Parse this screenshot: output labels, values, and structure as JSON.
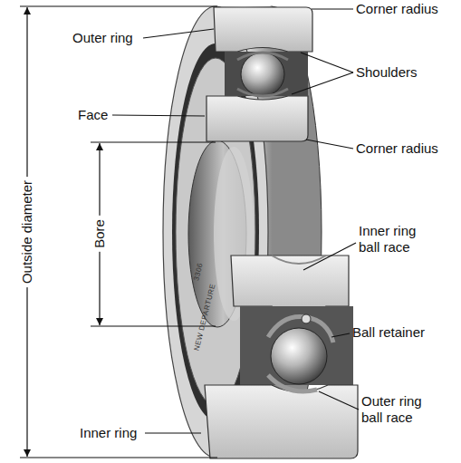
{
  "diagram": {
    "labels": [
      "Corner radius",
      "Outer ring",
      "Shoulders",
      "Face",
      "Corner radius",
      "Outside diameter",
      "Bore",
      "Inner ring ball race",
      "Ball retainer",
      "Outer ring ball race",
      "Inner ring",
      "NEW DEPARTURE",
      "3306"
    ]
  }
}
